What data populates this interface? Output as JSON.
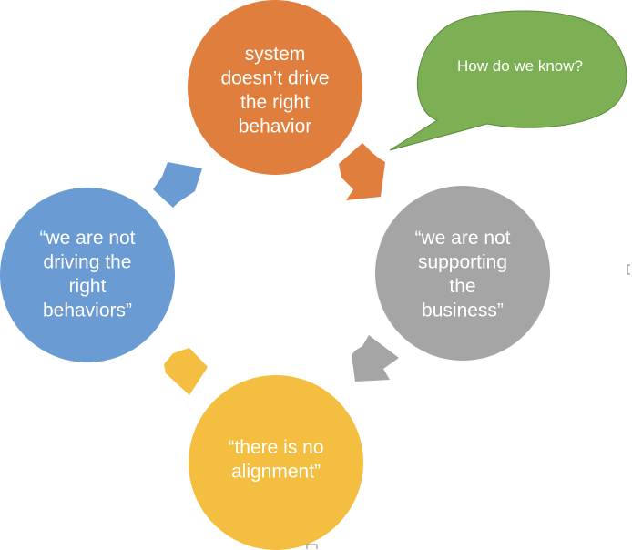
{
  "diagram": {
    "type": "cycle",
    "nodes": [
      {
        "id": "system",
        "lines": [
          "system",
          "doesn’t drive",
          "the right",
          "behavior"
        ],
        "color": "#E07E3E"
      },
      {
        "id": "business",
        "lines": [
          "“we are not",
          "supporting",
          "the",
          "business”"
        ],
        "color": "#A5A5A5"
      },
      {
        "id": "alignment",
        "lines": [
          "“there is no",
          "alignment”"
        ],
        "color": "#F4BF40"
      },
      {
        "id": "behaviors",
        "lines": [
          "“we are not",
          "driving the",
          "right",
          "behaviors”"
        ],
        "color": "#6A9BD3"
      }
    ],
    "arrows": [
      {
        "from": "system",
        "to": "business",
        "color": "#E07E3E"
      },
      {
        "from": "business",
        "to": "alignment",
        "color": "#A5A5A5"
      },
      {
        "from": "alignment",
        "to": "behaviors",
        "color": "#F4BF40"
      },
      {
        "from": "behaviors",
        "to": "system",
        "color": "#6A9BD3"
      }
    ],
    "callout": {
      "text": "How do we know?",
      "color": "#7DAF55",
      "border_color": "#5B8A38"
    }
  }
}
